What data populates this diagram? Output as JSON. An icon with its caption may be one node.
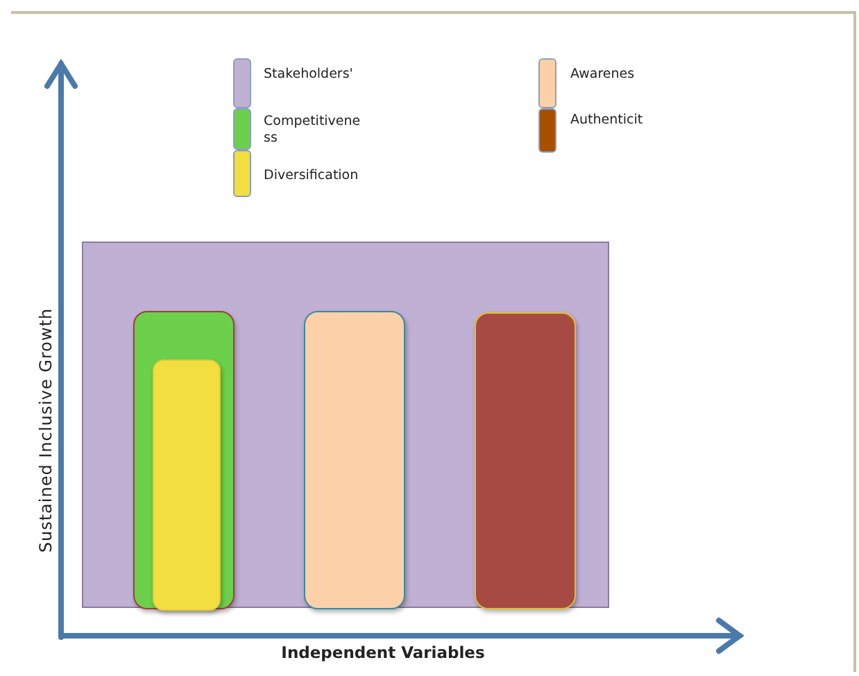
{
  "diagram": {
    "nodes": [
      {
        "text": [],
        "shape": "box"
      },
      {
        "text": [],
        "shape": "bar",
        "in": 0
      },
      {
        "text": [],
        "shape": "bar",
        "in": 1
      },
      {
        "text": [],
        "shape": "bar",
        "in": 0
      },
      {
        "text": [],
        "shape": "bar",
        "in": 0
      }
    ],
    "labels": [
      "Sustained Inclusive Growth",
      "Independent Variables"
    ],
    "legend": [
      {
        "text": "Stakeholders'",
        "color": "#c0b0d4"
      },
      {
        "text": "Competitivene ss",
        "color": "#6cd04a"
      },
      {
        "text": "Diversification",
        "color": "#f2de3e"
      },
      {
        "text": "Awarenes",
        "color": "#fcd0a8"
      },
      {
        "text": "Authenticit",
        "color": "#a85000"
      }
    ]
  }
}
